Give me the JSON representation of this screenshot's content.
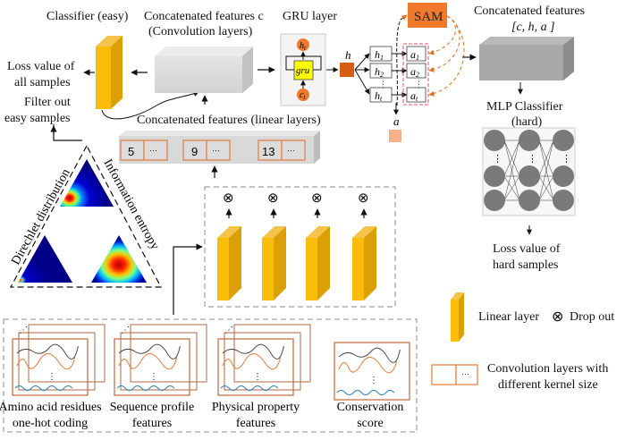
{
  "classifier_easy": {
    "title": "Classifier (easy)",
    "loss_line1": "Loss value of",
    "loss_line2": "all samples",
    "filter_line1": "Filter out",
    "filter_line2": "easy samples"
  },
  "conv_concat": {
    "title_line1": "Concatenated features c",
    "title_line2": "(Convolution  layers)"
  },
  "gru": {
    "title": "GRU layer",
    "cell_label": "gru",
    "output_label": "h",
    "output_sub": "t",
    "input_label": "c",
    "input_sub": "t",
    "h_label": "h"
  },
  "attention": {
    "sam_label": "SAM",
    "hidden": [
      {
        "label": "h",
        "sub": "1"
      },
      {
        "label": "h",
        "sub": "2"
      },
      {
        "label": "h",
        "sub": "t"
      }
    ],
    "attn": [
      {
        "label": "a",
        "sub": "1"
      },
      {
        "label": "a",
        "sub": "2"
      },
      {
        "label": "a",
        "sub": "t"
      }
    ],
    "a_label": "a",
    "ellipsis": "⋮"
  },
  "final_concat": {
    "title_line1": "Concatenated features",
    "title_line2": "[c, h, a ]"
  },
  "mlp": {
    "title_line1": "MLP Classifier",
    "title_line2": "(hard)",
    "loss_line1": "Loss value of",
    "loss_line2": "hard samples"
  },
  "linear_concat": {
    "title": "Concatenated features (linear layers)",
    "kernels": [
      {
        "size": "5",
        "more": "···"
      },
      {
        "size": "9",
        "more": "···"
      },
      {
        "size": "13",
        "more": "···"
      }
    ]
  },
  "uncertainty": {
    "left_label": "Direchlet distribution",
    "right_label": "Information entropy"
  },
  "linear_layers": {
    "count": 4,
    "dropout_symbol": "⊗"
  },
  "inputs": [
    {
      "line1": "Amino acid residues",
      "line2": "one-hot coding",
      "stacked": true
    },
    {
      "line1": "Sequence profile",
      "line2": "features",
      "stacked": true
    },
    {
      "line1": "Physical property",
      "line2": "features",
      "stacked": true
    },
    {
      "line1": "Conservation",
      "line2": "score",
      "stacked": false
    }
  ],
  "legend": {
    "linear_layer": "Linear layer",
    "dropout_symbol": "⊗",
    "dropout": "Drop out",
    "conv_line1": "Convolution layers with",
    "conv_line2": "different kernel size",
    "conv_more": "···"
  },
  "colors": {
    "yellow_front": "#fbbd0a",
    "yellow_side": "#dca007",
    "orange": "#f0792c",
    "dark_orange": "#d75c14",
    "light_orange": "#f7b08a",
    "box_border": "#e07b3c",
    "gray_box": "#dcdcdc",
    "dark_gray_box": "#a9a9a9",
    "gru_yellow": "#ffff00",
    "red_dash": "#e05060"
  }
}
